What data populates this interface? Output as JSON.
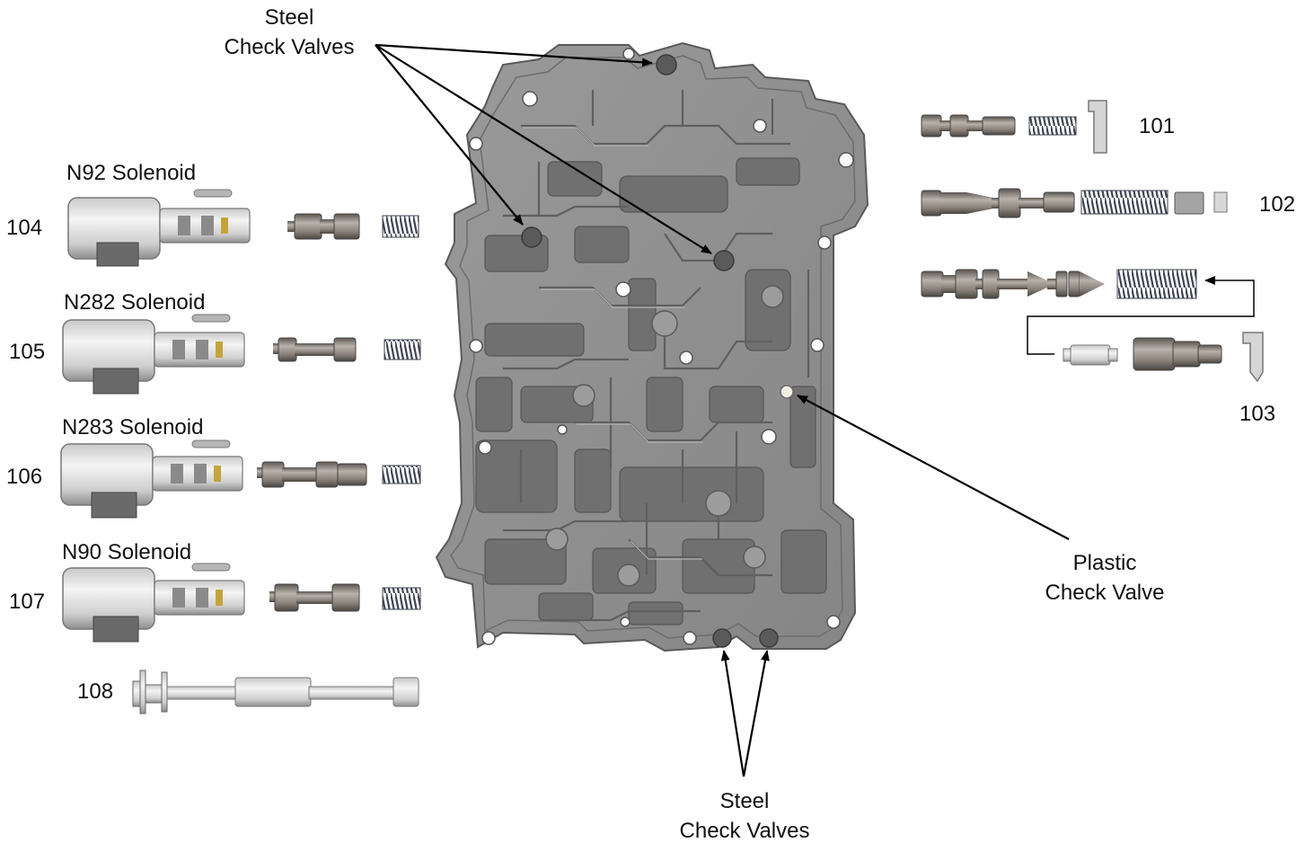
{
  "labels": {
    "steel_top_line1": "Steel",
    "steel_top_line2": "Check Valves",
    "steel_bottom_line1": "Steel",
    "steel_bottom_line2": "Check Valves",
    "plastic_line1": "Plastic",
    "plastic_line2": "Check Valve"
  },
  "solenoids": [
    {
      "name": "N92 Solenoid",
      "number": "104"
    },
    {
      "name": "N282 Solenoid",
      "number": "105"
    },
    {
      "name": "N283 Solenoid",
      "number": "106"
    },
    {
      "name": "N90 Solenoid",
      "number": "107"
    }
  ],
  "parts": {
    "valve_108": "108",
    "valve_101": "101",
    "valve_102": "102",
    "valve_103": "103"
  },
  "colors": {
    "plate": "#8d8d8d",
    "plate_dark": "#6f6f6f",
    "plate_light": "#a9a9a9",
    "metal": "#bdbdbd",
    "metal_dark": "#6b6560",
    "spring": "#50545e",
    "arrow": "#000000"
  }
}
